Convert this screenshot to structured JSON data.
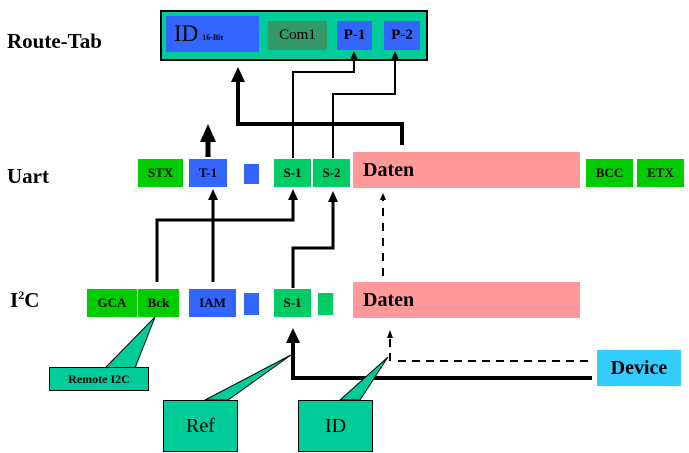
{
  "rows": {
    "route_tab": "Route-Tab",
    "uart": "Uart",
    "i2c_main": "I",
    "i2c_sup": "2",
    "i2c_tail": "C"
  },
  "route_table": {
    "id_label": "ID",
    "id_sub": "16-Bit",
    "com": "Com1",
    "p1": "P-1",
    "p2": "P-2"
  },
  "uart_fields": {
    "stx": "STX",
    "t1": "T-1",
    "s1": "S-1",
    "s2": "S-2",
    "daten": "Daten",
    "bcc": "BCC",
    "etx": "ETX"
  },
  "i2c_fields": {
    "gca": "GCA",
    "bck": "Bck",
    "iam": "IAM",
    "s1": "S-1",
    "daten": "Daten"
  },
  "device": "Device",
  "callouts": {
    "remote_i2c": "Remote I2C",
    "ref": "Ref",
    "id": "ID"
  },
  "colors": {
    "green": "#00cc00",
    "mint": "#00cc66",
    "blue": "#3366ff",
    "pink": "#ff9999",
    "teal": "#00cc99",
    "device": "#33ccff",
    "com": "#339966"
  }
}
